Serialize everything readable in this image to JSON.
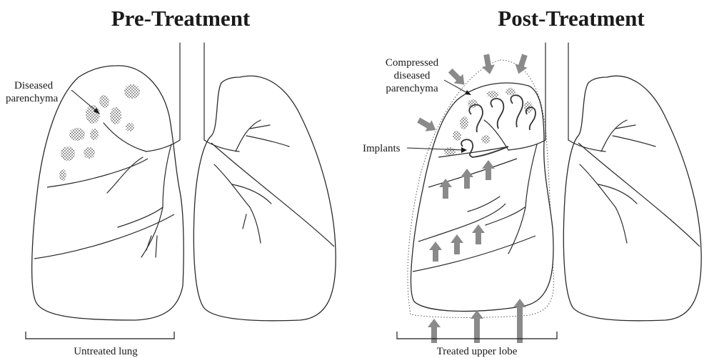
{
  "panels": {
    "pre": {
      "title": "Pre-Treatment",
      "diseased_label_line1": "Diseased",
      "diseased_label_line2": "parenchyma",
      "bracket_label": "Untreated lung"
    },
    "post": {
      "title": "Post-Treatment",
      "compressed_label_line1": "Compressed",
      "compressed_label_line2": "diseased",
      "compressed_label_line3": "parenchyma",
      "implants_label": "Implants",
      "bracket_label": "Treated upper lobe"
    }
  },
  "colors": {
    "outline": "#2a2a2a",
    "arrow": "#8a8a8a",
    "speckle": "#555555",
    "background": "#ffffff"
  }
}
